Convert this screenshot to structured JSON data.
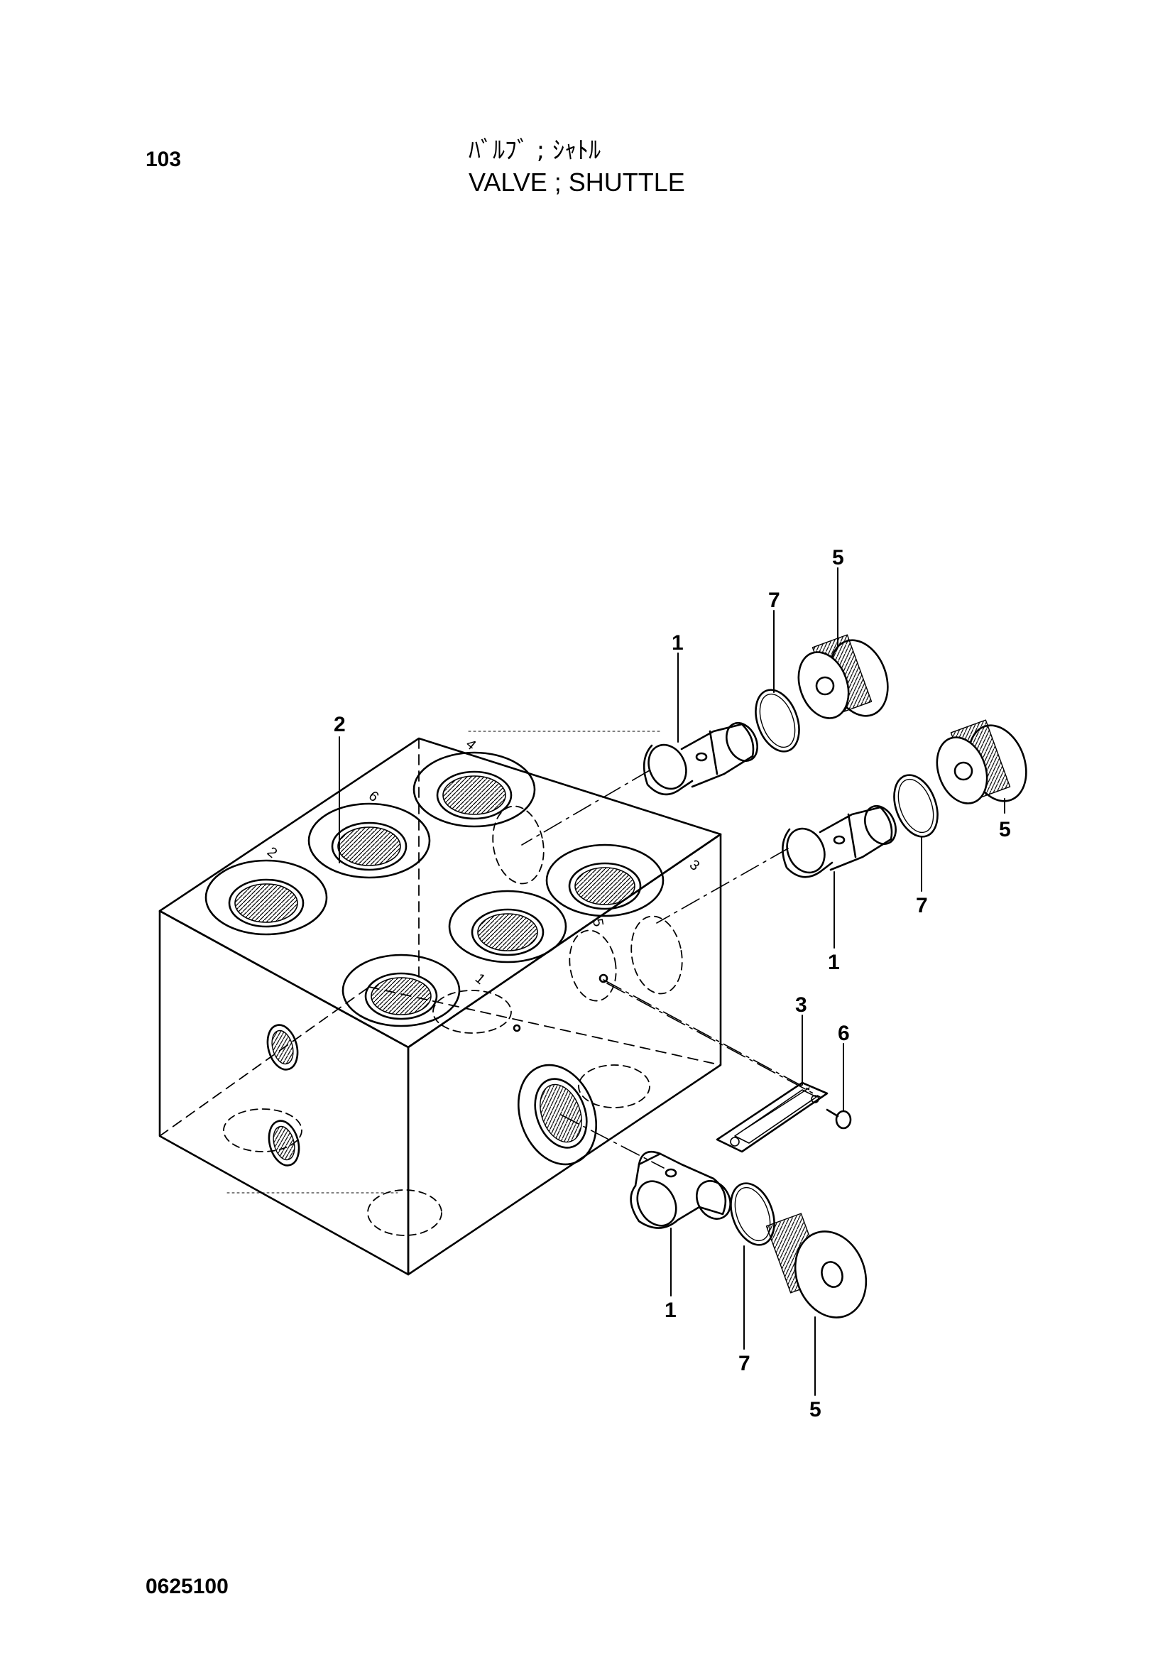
{
  "header": {
    "page_number": "103",
    "title_jp": "ﾊﾞﾙﾌﾞ ; ｼｬﾄﾙ",
    "title_en": "VALVE ; SHUTTLE"
  },
  "footer": {
    "doc_code": "0625100"
  },
  "callouts": {
    "c1a": "1",
    "c1b": "1",
    "c1c": "1",
    "c2": "2",
    "c3": "3",
    "c5a": "5",
    "c5b": "5",
    "c5c": "5",
    "c6": "6",
    "c7a": "7",
    "c7b": "7",
    "c7c": "7"
  },
  "port_labels": {
    "p2": "2",
    "p3": "3",
    "p4": "4",
    "p5": "5",
    "p6": "6",
    "p1": "1"
  }
}
